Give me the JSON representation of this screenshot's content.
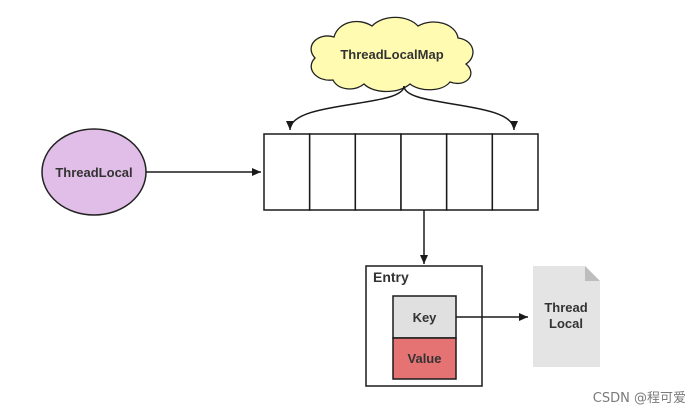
{
  "diagram": {
    "map_cloud_label": "ThreadLocalMap",
    "threadlocal_label": "ThreadLocal",
    "entry_title": "Entry",
    "key_label": "Key",
    "value_label": "Value",
    "doc_label_line1": "Thread",
    "doc_label_line2": "Local",
    "array_slots": 6
  },
  "colors": {
    "cloud_fill": "#fffbb0",
    "threadlocal_fill": "#e1bee7",
    "key_fill": "#e0e0e0",
    "value_fill": "#e57373",
    "document_fill": "#e4e4e4",
    "stroke": "#1a1a1a"
  },
  "watermark": "CSDN @程可爱"
}
